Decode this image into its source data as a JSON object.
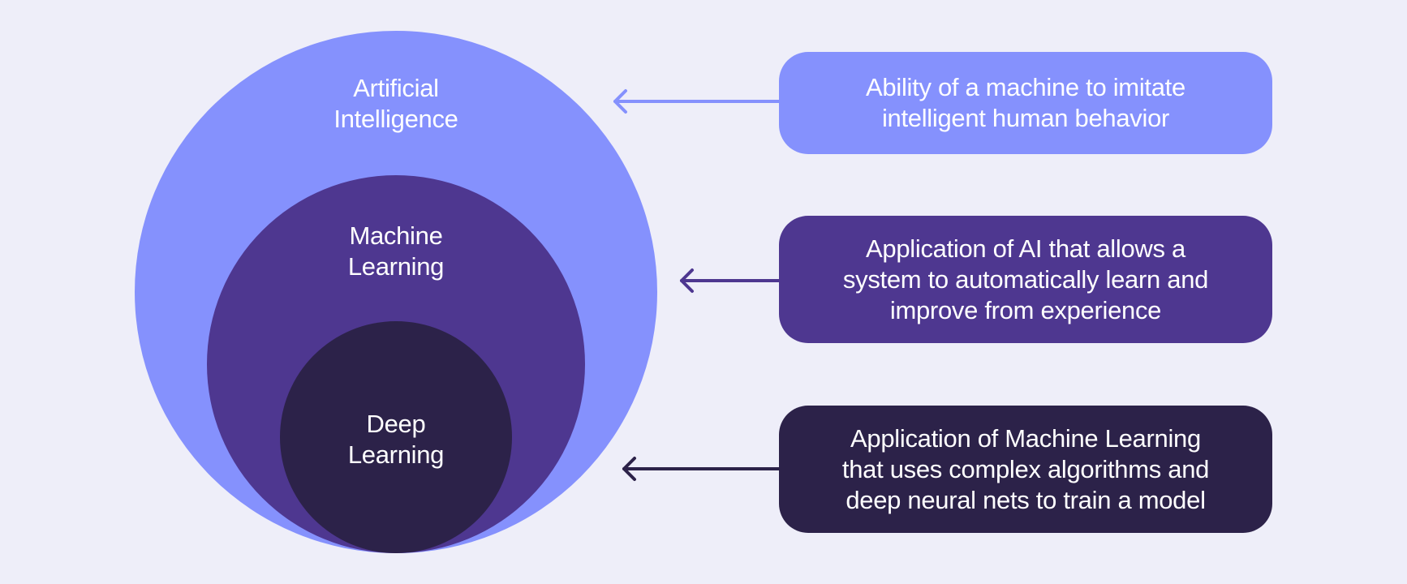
{
  "colors": {
    "background": "#EEEEF9",
    "ai": "#8591FD",
    "ml": "#4E3790",
    "dl": "#2C2249",
    "text": "#FFFFFF"
  },
  "circles": [
    {
      "id": "ai",
      "label": "Artificial\nIntelligence"
    },
    {
      "id": "ml",
      "label": "Machine\nLearning"
    },
    {
      "id": "dl",
      "label": "Deep\nLearning"
    }
  ],
  "descriptions": [
    {
      "id": "ai",
      "text": "Ability of a machine to imitate\nintelligent human behavior"
    },
    {
      "id": "ml",
      "text": "Application of AI that allows a\nsystem to automatically learn and\nimprove from experience"
    },
    {
      "id": "dl",
      "text": "Application of Machine Learning\nthat uses complex algorithms and\ndeep neural nets to train a model"
    }
  ],
  "arrows": [
    {
      "from": "description-ai",
      "to": "circle-ai",
      "icon": "arrow-left-icon"
    },
    {
      "from": "description-ml",
      "to": "circle-ml",
      "icon": "arrow-left-icon"
    },
    {
      "from": "description-dl",
      "to": "circle-dl",
      "icon": "arrow-left-icon"
    }
  ]
}
